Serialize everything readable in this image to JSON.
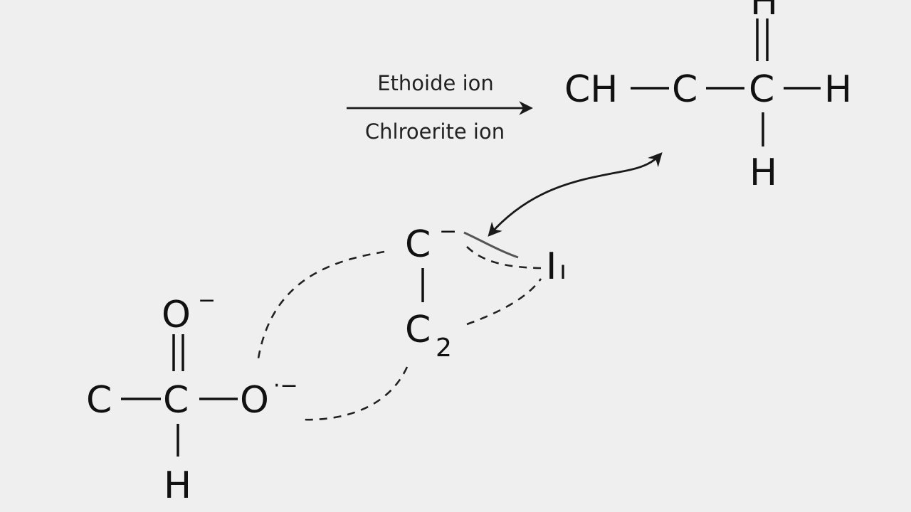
{
  "reaction": {
    "label_top": "Ethoide ion",
    "label_bottom": "Chlroerite ion"
  },
  "right_molecule": {
    "ch": "CH",
    "c1": "C",
    "c2": "C",
    "h_right": "H",
    "h_top": "H",
    "h_bottom": "H"
  },
  "middle_fragment": {
    "c_top": "C",
    "c_top_charge": "−",
    "c_bottom": "C",
    "c_bottom_sub": "2",
    "i_label": "I",
    "i_mark": "ı"
  },
  "left_molecule": {
    "c_left": "C",
    "c_center": "C",
    "o_top": "O",
    "o_top_charge": "−",
    "o_right": "O",
    "o_right_charge": "·−",
    "h_bottom": "H"
  }
}
